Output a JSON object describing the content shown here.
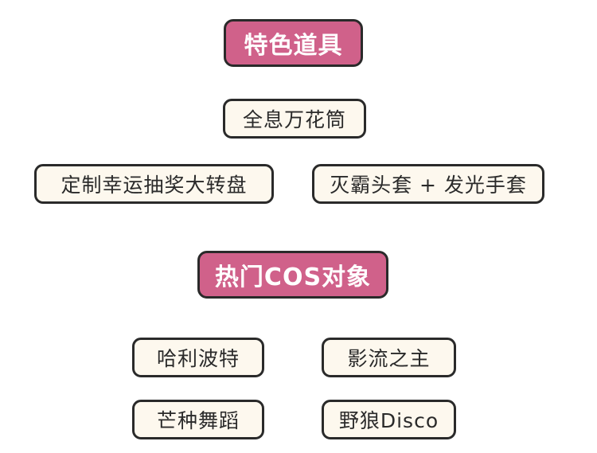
{
  "sections": [
    {
      "title": "特色道具",
      "items": [
        "全息万花筒",
        "定制幸运抽奖大转盘",
        "灭霸头套 + 发光手套"
      ]
    },
    {
      "title": "热门COS对象",
      "items": [
        "哈利波特",
        "影流之主",
        "芒种舞蹈",
        "野狼Disco"
      ]
    }
  ],
  "colors": {
    "header_bg": "#d0618a",
    "header_text": "#ffffff",
    "item_bg": "#fdf8ee",
    "border": "#2a2a2a"
  }
}
